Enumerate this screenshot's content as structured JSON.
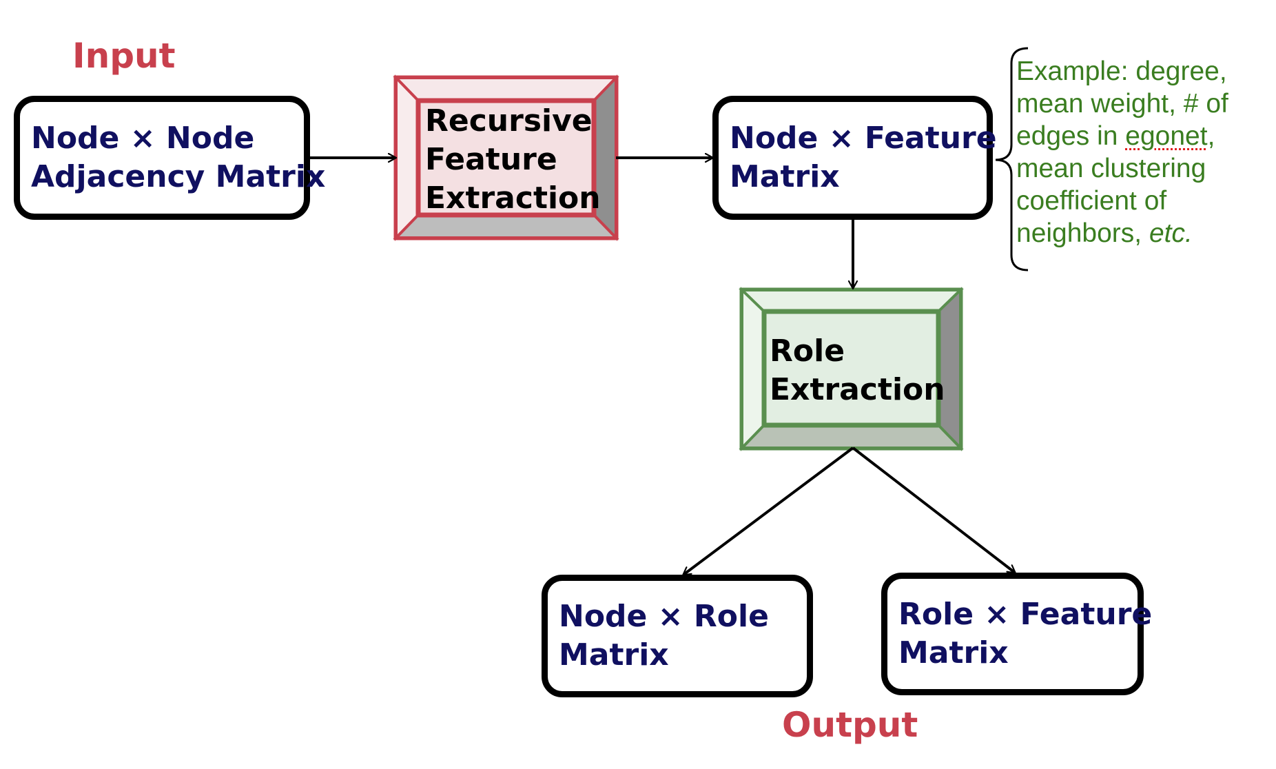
{
  "input_label": "Input",
  "output_label": "Output",
  "colors": {
    "red": "#c8404d",
    "green": "#5a8f4f",
    "navy": "#101060",
    "note_green": "#3a7d20"
  },
  "nodes": {
    "adjacency": {
      "line1": "Node × Node",
      "line2": "Adjacency Matrix"
    },
    "recursive": {
      "line1": "Recursive",
      "line2": "Feature",
      "line3": "Extraction"
    },
    "node_feature": {
      "line1": "Node × Feature",
      "line2": "Matrix"
    },
    "role_extraction": {
      "line1": "Role",
      "line2": "Extraction"
    },
    "node_role": {
      "line1": "Node × Role",
      "line2": "Matrix"
    },
    "role_feature": {
      "line1": "Role × Feature",
      "line2": "Matrix"
    }
  },
  "note": {
    "line1": "Example: degree,",
    "line2": "mean weight, # of",
    "line3_pre": "edges in ",
    "line3_word": "egonet",
    "line3_post": ",",
    "line4": "mean clustering",
    "line5": "coefficient of",
    "line6_pre": "neighbors, ",
    "line6_em": "etc."
  }
}
